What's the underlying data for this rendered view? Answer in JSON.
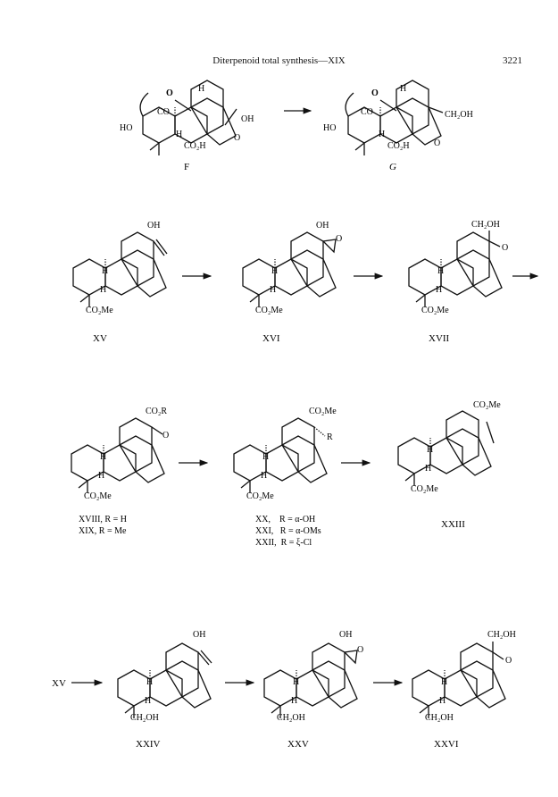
{
  "header": {
    "title": "Diterpenoid total synthesis—XIX",
    "page_number": "3221"
  },
  "scheme_top": {
    "labels": [
      "F",
      "G"
    ],
    "atoms_F": [
      "HO",
      "CO",
      "O",
      "H",
      "H",
      "CO₂H",
      "OH",
      "O"
    ],
    "atoms_G": [
      "HO",
      "CO",
      "O",
      "H",
      "H",
      "CO₂H",
      "CH₂OH",
      "O"
    ]
  },
  "row1": {
    "labels": [
      "XV",
      "XVI",
      "XVII"
    ],
    "atoms_XV": [
      "OH",
      "H",
      "H",
      "CO₂Me"
    ],
    "atoms_XVI": [
      "OH",
      "O",
      "H",
      "H",
      "CO₂Me"
    ],
    "atoms_XVII": [
      "CH₂OH",
      "O",
      "H",
      "H",
      "CO₂Me"
    ]
  },
  "row2": {
    "labels": [
      "XVIII, R = H",
      "XIX, R = Me"
    ],
    "labels_mid": [
      "XX,    R = α-OH",
      "XXI,   R = α-OMs",
      "XXII,  R = ξ-Cl"
    ],
    "label_right": "XXIII",
    "atoms_XVIII": [
      "CO₂R",
      "O",
      "H",
      "H",
      "CO₂Me"
    ],
    "atoms_XX": [
      "CO₂Me",
      "R",
      "H",
      "H",
      "CO₂Me"
    ],
    "atoms_XXIII": [
      "CO₂Me",
      "H",
      "H",
      "CO₂Me"
    ]
  },
  "row3": {
    "start": "XV",
    "labels": [
      "XXIV",
      "XXV",
      "XXVI"
    ],
    "atoms_XXIV": [
      "OH",
      "H",
      "H",
      "CH₂OH"
    ],
    "atoms_XXV": [
      "OH",
      "O",
      "H",
      "H",
      "CH₂OH"
    ],
    "atoms_XXVI": [
      "CH₂OH",
      "O",
      "H",
      "H",
      "CH₂OH"
    ]
  }
}
